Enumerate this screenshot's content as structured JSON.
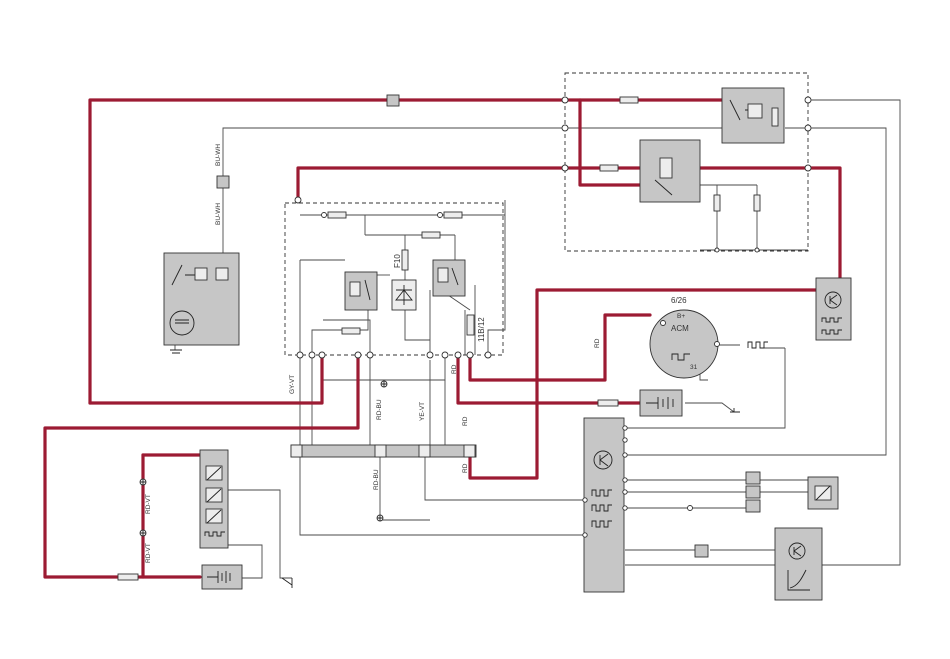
{
  "wire_labels": {
    "bu_wh_upper": "BU-WH",
    "bu_wh_lower": "BU-WH",
    "gy_vt": "GY-VT",
    "rd_bu_upper": "RD-BU",
    "rd_bu_lower": "RD-BU",
    "ye_vt": "YE-VT",
    "rd_upper": "RD",
    "rd_mid": "RD",
    "rd_lower": "RD",
    "rd_acm": "RD",
    "rd_vt_upper": "RD-VT",
    "rd_vt_lower": "RD-VT"
  },
  "component_labels": {
    "fuse_f10": "F10",
    "fuse_11b12": "11B/12",
    "acm_ref": "6/26",
    "acm_name": "ACM",
    "acm_pin_b": "B+",
    "acm_pin_31": "31"
  },
  "colors": {
    "power_wire": "#9c1b33",
    "signal_wire": "#4a4a4a",
    "component_fill": "#c6c6c6"
  }
}
